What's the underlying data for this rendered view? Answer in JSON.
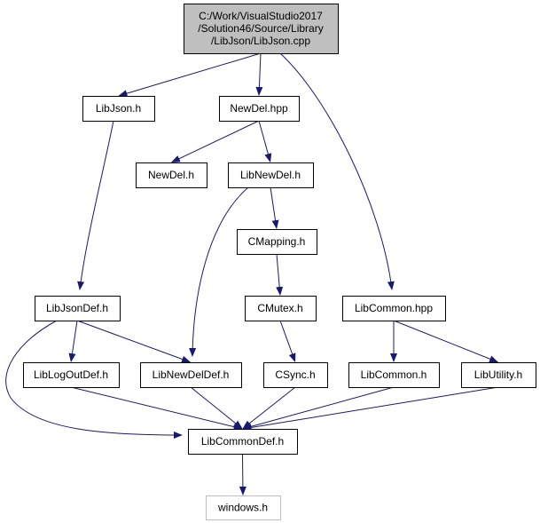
{
  "colors": {
    "edge": "#191970",
    "node_border": "#000000",
    "node_fill": "#ffffff",
    "root_fill": "#bfbfbf",
    "external_border": "#bfbfbf"
  },
  "nodes": {
    "root": {
      "lines": [
        "C:/Work/VisualStudio2017",
        "/Solution46/Source/Library",
        "/LibJson/LibJson.cpp"
      ],
      "style": "root"
    },
    "libjson_h": {
      "lines": [
        "LibJson.h"
      ]
    },
    "newdel_hpp": {
      "lines": [
        "NewDel.hpp"
      ]
    },
    "newdel_h": {
      "lines": [
        "NewDel.h"
      ]
    },
    "libnewdel_h": {
      "lines": [
        "LibNewDel.h"
      ]
    },
    "cmapping_h": {
      "lines": [
        "CMapping.h"
      ]
    },
    "libjsondef_h": {
      "lines": [
        "LibJsonDef.h"
      ]
    },
    "cmutex_h": {
      "lines": [
        "CMutex.h"
      ]
    },
    "libcommon_hpp": {
      "lines": [
        "LibCommon.hpp"
      ]
    },
    "liblogoutdef_h": {
      "lines": [
        "LibLogOutDef.h"
      ]
    },
    "libnewdeldef_h": {
      "lines": [
        "LibNewDelDef.h"
      ]
    },
    "csync_h": {
      "lines": [
        "CSync.h"
      ]
    },
    "libcommon_h": {
      "lines": [
        "LibCommon.h"
      ]
    },
    "libutility_h": {
      "lines": [
        "LibUtility.h"
      ]
    },
    "libcommondef_h": {
      "lines": [
        "LibCommonDef.h"
      ]
    },
    "windows_h": {
      "lines": [
        "windows.h"
      ],
      "style": "external"
    }
  },
  "edges": [
    [
      "root",
      "libjson_h"
    ],
    [
      "root",
      "newdel_hpp"
    ],
    [
      "root",
      "libcommon_hpp"
    ],
    [
      "libjson_h",
      "libjsondef_h"
    ],
    [
      "newdel_hpp",
      "newdel_h"
    ],
    [
      "newdel_hpp",
      "libnewdel_h"
    ],
    [
      "libnewdel_h",
      "cmapping_h"
    ],
    [
      "libnewdel_h",
      "libnewdeldef_h"
    ],
    [
      "cmapping_h",
      "cmutex_h"
    ],
    [
      "cmutex_h",
      "csync_h"
    ],
    [
      "libjsondef_h",
      "liblogoutdef_h"
    ],
    [
      "libjsondef_h",
      "libnewdeldef_h"
    ],
    [
      "libjsondef_h",
      "libcommondef_h"
    ],
    [
      "libcommon_hpp",
      "libcommon_h"
    ],
    [
      "libcommon_hpp",
      "libutility_h"
    ],
    [
      "liblogoutdef_h",
      "libcommondef_h"
    ],
    [
      "libnewdeldef_h",
      "libcommondef_h"
    ],
    [
      "csync_h",
      "libcommondef_h"
    ],
    [
      "libcommon_h",
      "libcommondef_h"
    ],
    [
      "libutility_h",
      "libcommondef_h"
    ],
    [
      "libcommondef_h",
      "windows_h"
    ]
  ]
}
